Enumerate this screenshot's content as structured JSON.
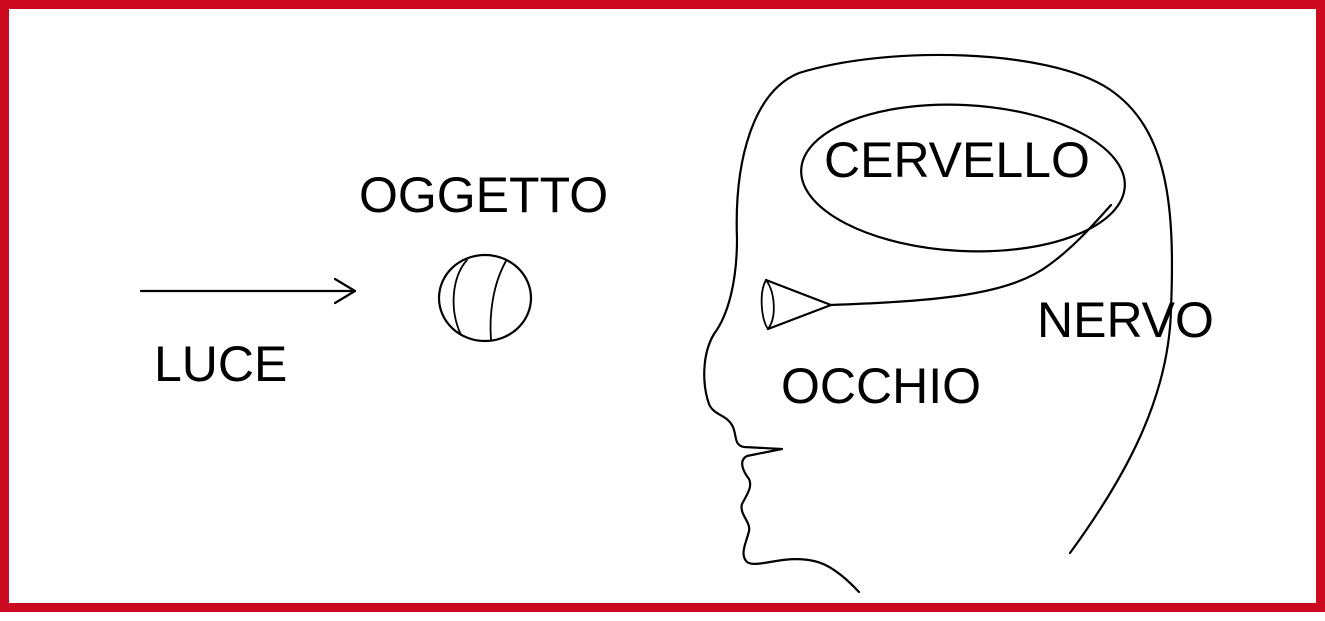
{
  "labels": {
    "light": "LUCE",
    "object": "OGGETTO",
    "brain": "CERVELLO",
    "nerve": "NERVO",
    "eye": "OCCHIO"
  },
  "colors": {
    "frame": "#cc0a1f",
    "ink": "#000000",
    "background": "#ffffff"
  }
}
